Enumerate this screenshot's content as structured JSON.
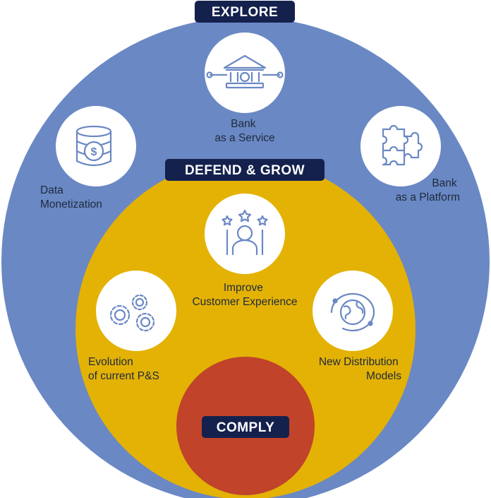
{
  "colors": {
    "outer": "#6a88c4",
    "middle": "#e3b205",
    "inner": "#c0432a",
    "badge": "#14214d",
    "icon": "#6a88c4",
    "text": "#1f2a3c"
  },
  "explore": {
    "badge": "EXPLORE",
    "items": [
      {
        "icon": "bank-building-icon",
        "lines": [
          "Bank",
          "as a Service"
        ]
      },
      {
        "icon": "database-coin-icon",
        "lines": [
          "Data",
          "Monetization"
        ]
      },
      {
        "icon": "puzzle-icon",
        "lines": [
          "Bank",
          "as a Platform"
        ]
      }
    ]
  },
  "defend_grow": {
    "badge": "DEFEND & GROW",
    "items": [
      {
        "icon": "customer-stars-icon",
        "lines": [
          "Improve",
          "Customer Experience"
        ]
      },
      {
        "icon": "gears-icon",
        "lines": [
          "Evolution",
          "of current P&S"
        ]
      },
      {
        "icon": "globe-orbit-icon",
        "lines": [
          "New Distribution",
          "Models"
        ]
      }
    ]
  },
  "comply": {
    "badge": "COMPLY"
  }
}
